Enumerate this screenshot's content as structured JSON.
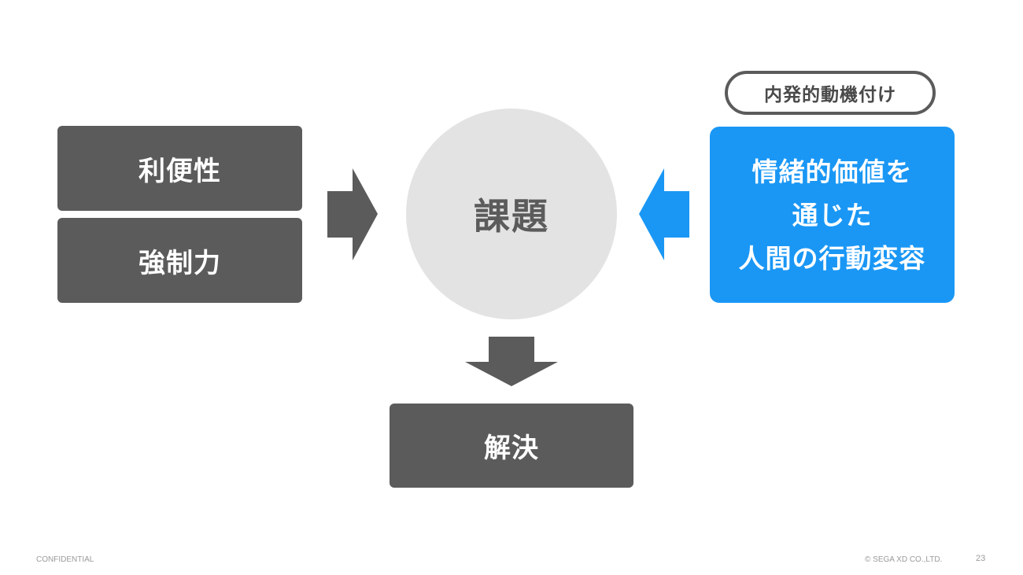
{
  "diagram": {
    "left_boxes": [
      "利便性",
      "強制力"
    ],
    "center_circle": "課題",
    "bottom_box": "解決",
    "right_box_lines": [
      "情緒的価値を",
      "通じた",
      "人間の行動変容"
    ],
    "right_label": "内発的動機付け"
  },
  "colors": {
    "gray_box": "#5b5b5b",
    "circle": "#e3e3e4",
    "blue": "#1a97f5"
  },
  "footer": {
    "confidential": "CONFIDENTIAL",
    "copyright": "© SEGA XD CO.,LTD.",
    "page_number": "23"
  }
}
